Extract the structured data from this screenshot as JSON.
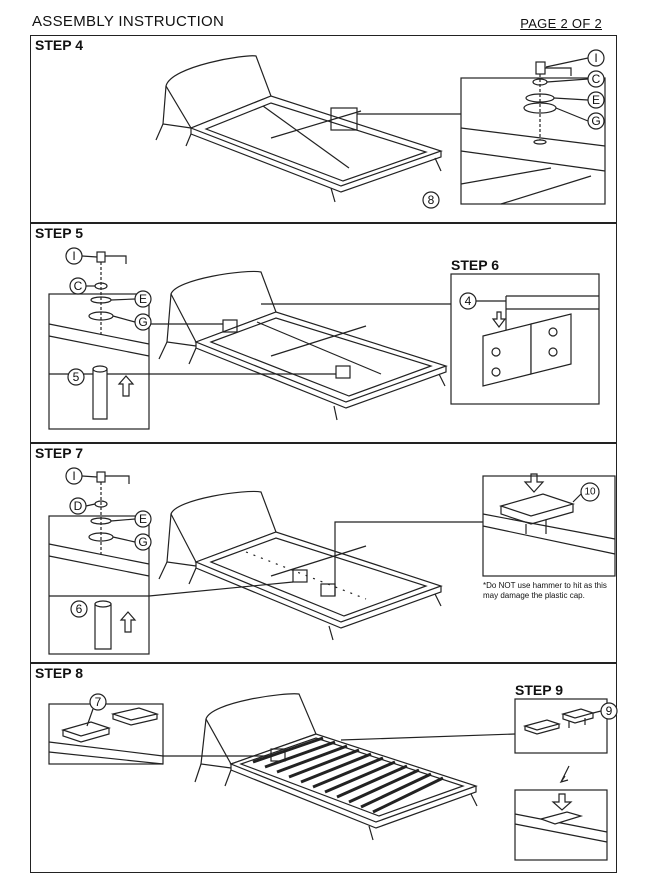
{
  "header": {
    "title": "ASSEMBLY INSTRUCTION",
    "page": "PAGE 2 OF 2"
  },
  "steps": {
    "step4": "STEP 4",
    "step5": "STEP 5",
    "step6": "STEP 6",
    "step7": "STEP 7",
    "step8": "STEP 8",
    "step9": "STEP 9"
  },
  "parts": {
    "I": "I",
    "C": "C",
    "D": "D",
    "E": "E",
    "G": "G",
    "p4": "4",
    "p5": "5",
    "p6": "6",
    "p7": "7",
    "p8": "8",
    "p9": "9",
    "p10": "10"
  },
  "note": "*Do NOT use hammer to hit as this may damage the plastic cap."
}
